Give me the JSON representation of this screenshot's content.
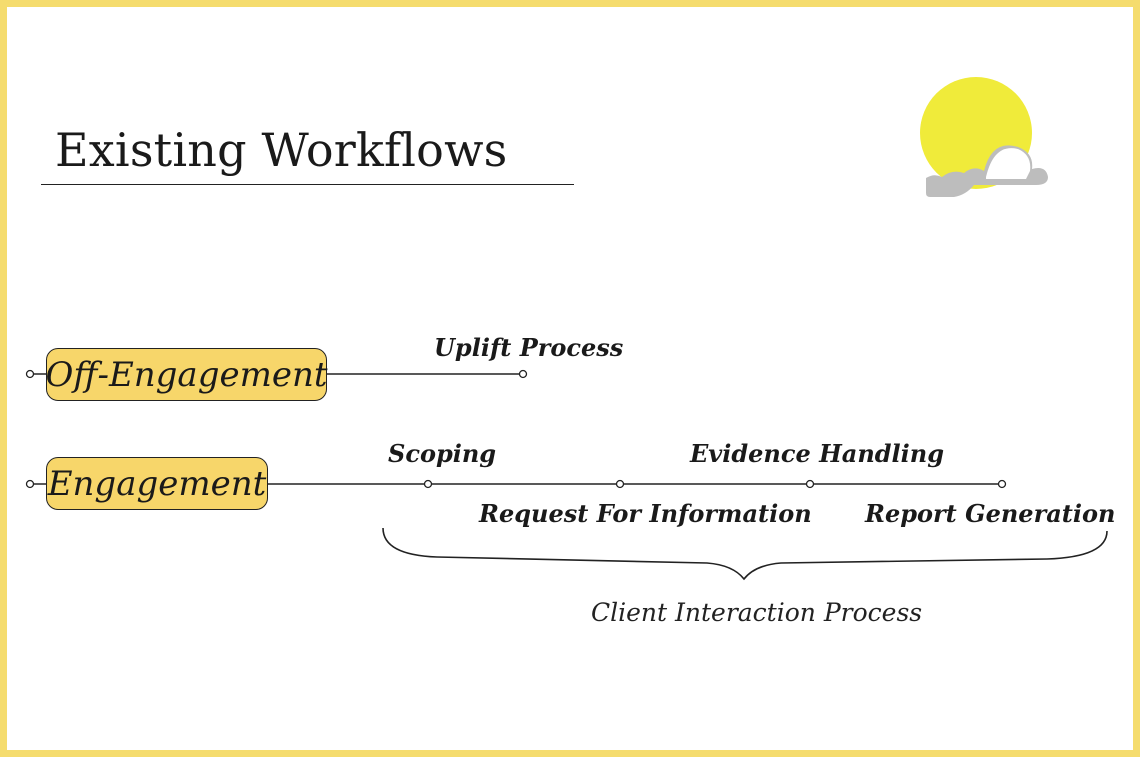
{
  "slide": {
    "title": "Existing Workflows",
    "logo_icon": "sun-cloud-logo-icon"
  },
  "workflows": {
    "off_engagement": {
      "label": "Off-Engagement",
      "stages": [
        "Uplift Process"
      ]
    },
    "engagement": {
      "label": "Engagement",
      "stages": [
        "Scoping",
        "Request For Information",
        "Evidence Handling",
        "Report Generation"
      ]
    }
  },
  "brace": {
    "label": "Client Interaction Process"
  },
  "colors": {
    "frame": "#f5dc6e",
    "pill_fill": "#f7d66a",
    "logo_sun": "#f0eb3a",
    "logo_cloud": "#bdbdbd",
    "ink": "#1a1a1a"
  }
}
